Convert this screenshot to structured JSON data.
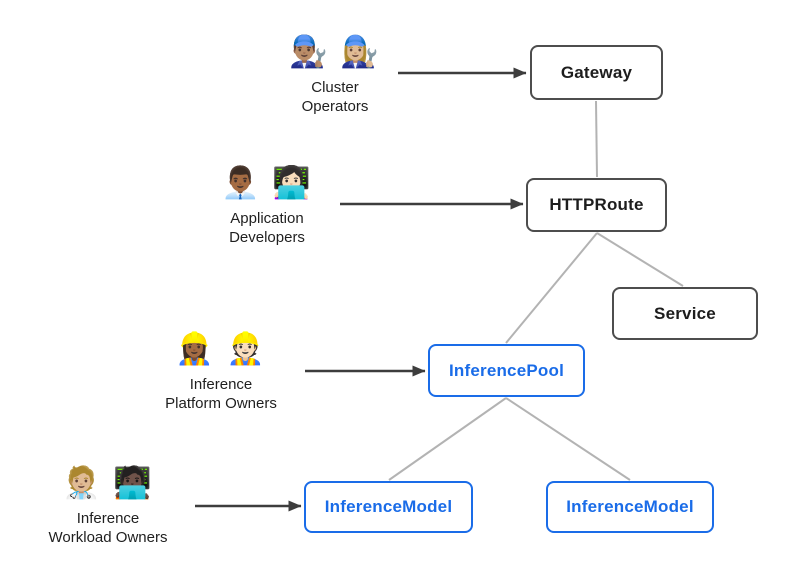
{
  "diagram": {
    "title_hidden": "",
    "colors": {
      "core_border": "#4d4d4d",
      "core_text": "#1d1d1d",
      "extension_accent": "#1a6ce8",
      "connector_gray": "#b3b3b3",
      "arrow_dark": "#3d3d3d",
      "background": "#ffffff"
    },
    "personas": [
      {
        "id": "cluster-operators",
        "emoji": "👨🏽‍🔧 👩🏼‍🔧",
        "line1": "Cluster",
        "line2": "Operators"
      },
      {
        "id": "application-developers",
        "emoji": "👨🏾‍💼 👩🏻‍💻",
        "line1": "Application",
        "line2": "Developers"
      },
      {
        "id": "inference-platform-owners",
        "emoji": "👷🏾‍♀️ 👷🏻",
        "line1": "Inference",
        "line2": "Platform Owners"
      },
      {
        "id": "inference-workload-owners",
        "emoji": "🧑🏼‍⚕️ 🧑🏿‍💻",
        "line1": "Inference",
        "line2": "Workload Owners"
      }
    ],
    "nodes": [
      {
        "id": "gateway",
        "label": "Gateway",
        "type": "core"
      },
      {
        "id": "httproute",
        "label": "HTTPRoute",
        "type": "core"
      },
      {
        "id": "service",
        "label": "Service",
        "type": "core"
      },
      {
        "id": "inferencepool",
        "label": "InferencePool",
        "type": "extension"
      },
      {
        "id": "inferencemodel-1",
        "label": "InferenceModel",
        "type": "extension"
      },
      {
        "id": "inferencemodel-2",
        "label": "InferenceModel",
        "type": "extension"
      }
    ],
    "edges": [
      {
        "from": "gateway",
        "to": "httproute"
      },
      {
        "from": "httproute",
        "to": "service"
      },
      {
        "from": "httproute",
        "to": "inferencepool"
      },
      {
        "from": "inferencepool",
        "to": "inferencemodel-1"
      },
      {
        "from": "inferencepool",
        "to": "inferencemodel-2"
      }
    ]
  }
}
